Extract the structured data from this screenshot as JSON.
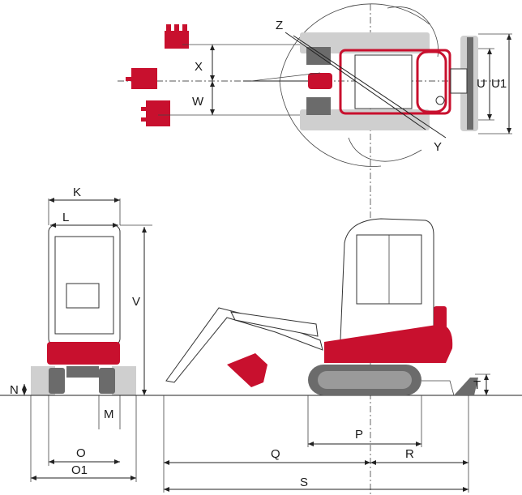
{
  "diagram": {
    "accent_color": "#c8102e",
    "labels": {
      "K": "K",
      "L": "L",
      "V": "V",
      "N": "N",
      "M": "M",
      "O": "O",
      "O1": "O1",
      "P": "P",
      "Q": "Q",
      "R": "R",
      "S": "S",
      "T": "T",
      "U": "U",
      "U1": "U1",
      "W": "W",
      "X": "X",
      "Y": "Y",
      "Z": "Z"
    }
  }
}
